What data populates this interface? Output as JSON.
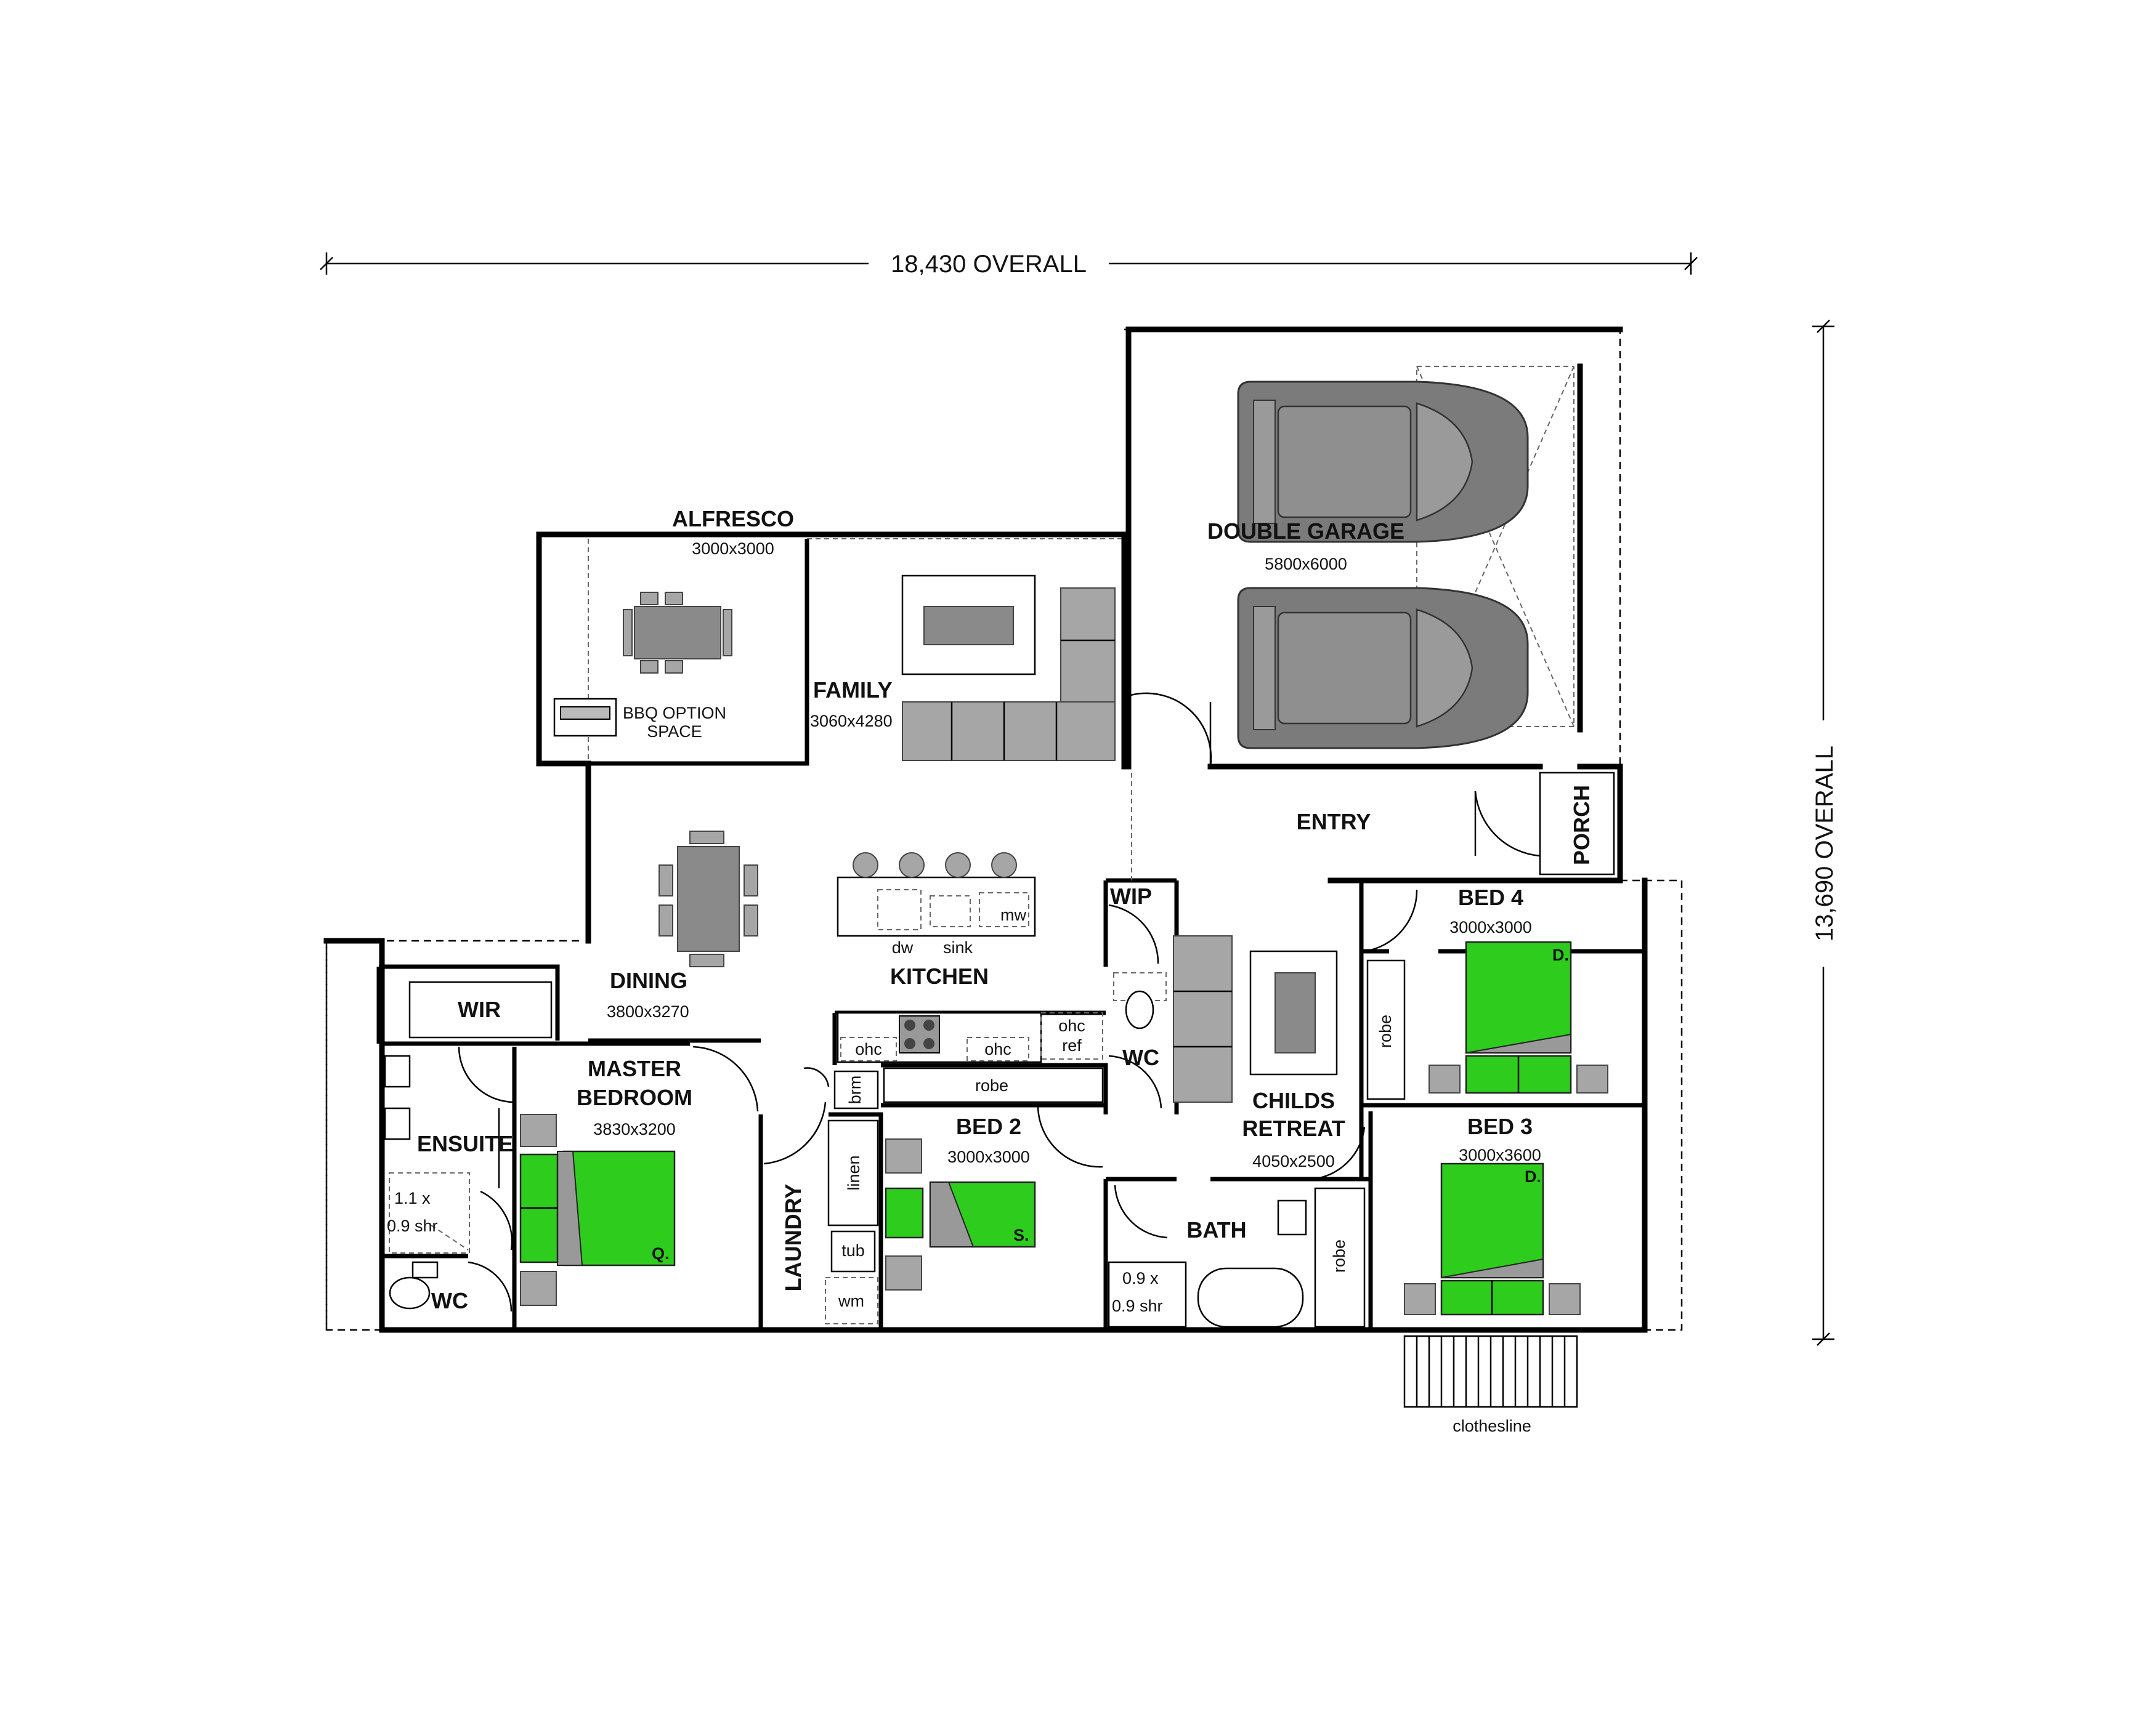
{
  "overall": {
    "width_label": "18,430 OVERALL",
    "height_label": "13,690 OVERALL"
  },
  "rooms": {
    "alfresco": {
      "name": "ALFRESCO",
      "dims": "3000x3000"
    },
    "bbq": {
      "line1": "BBQ OPTION",
      "line2": "SPACE"
    },
    "family": {
      "name": "FAMILY",
      "dims": "3060x4280"
    },
    "garage": {
      "name": "DOUBLE GARAGE",
      "dims": "5800x6000"
    },
    "entry": {
      "name": "ENTRY"
    },
    "porch": {
      "name": "PORCH"
    },
    "dining": {
      "name": "DINING",
      "dims": "3800x3270"
    },
    "kitchen": {
      "name": "KITCHEN"
    },
    "wip": {
      "name": "WIP"
    },
    "wc_center": {
      "name": "WC"
    },
    "bed4": {
      "name": "BED 4",
      "dims": "3000x3000"
    },
    "bed3": {
      "name": "BED 3",
      "dims": "3000x3600"
    },
    "childs": {
      "line1": "CHILDS",
      "line2": "RETREAT",
      "dims": "4050x2500"
    },
    "bath": {
      "name": "BATH"
    },
    "bed2": {
      "name": "BED 2",
      "dims": "3000x3000"
    },
    "laundry": {
      "name": "LAUNDRY"
    },
    "master": {
      "line1": "MASTER",
      "line2": "BEDROOM",
      "dims": "3830x3200"
    },
    "wir": {
      "name": "WIR"
    },
    "ensuite": {
      "name": "ENSUITE"
    },
    "wc_ensuite": {
      "name": "WC"
    }
  },
  "fixtures": {
    "dw": "dw",
    "sink": "sink",
    "mw": "mw",
    "ohc": "ohc",
    "ref": "ref",
    "robe": "robe",
    "brm": "brm",
    "linen": "linen",
    "tub": "tub",
    "wm": "wm",
    "shower_ensuite": {
      "line1": "1.1 x",
      "line2": "0.9 shr"
    },
    "shower_bath": {
      "line1": "0.9 x",
      "line2": "0.9 shr"
    },
    "clothesline": "clothesline",
    "bed_double": "D.",
    "bed_queen": "Q.",
    "bed_single": "S."
  },
  "colors": {
    "bed_fill": "#2ecc1d",
    "furniture": "#8a8a8a",
    "wall": "#000000"
  }
}
